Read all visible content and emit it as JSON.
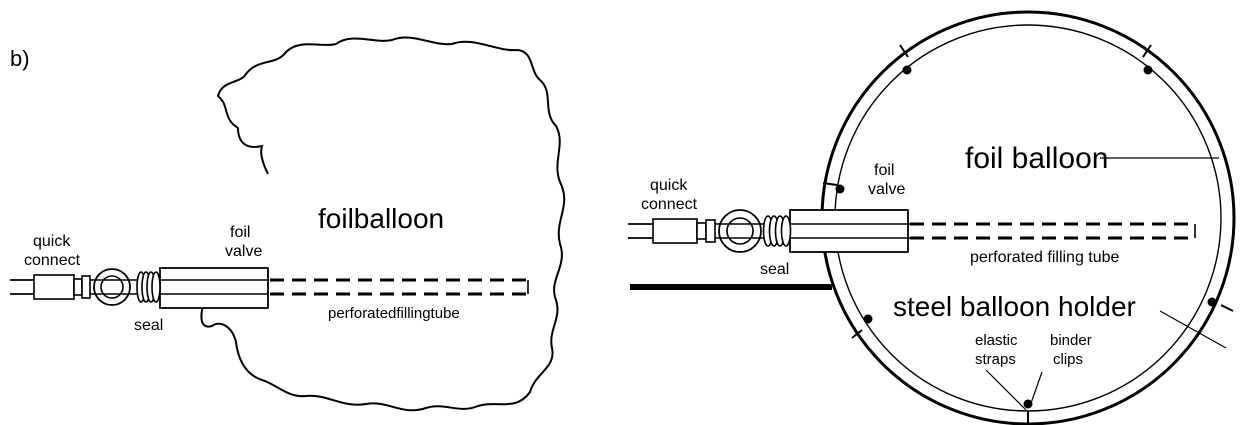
{
  "figure_label": "b)",
  "left": {
    "quick_connect": [
      "quick",
      "connect"
    ],
    "foil_valve": [
      "foil",
      "valve"
    ],
    "balloon": "foilballoon",
    "seal": "seal",
    "tube": "perforatedfillingtube"
  },
  "right": {
    "quick_connect": [
      "quick",
      "connect"
    ],
    "foil_valve": [
      "foil",
      "valve"
    ],
    "balloon": "foil balloon",
    "seal": "seal",
    "tube": "perforated filling tube",
    "holder": "steel balloon holder",
    "straps": [
      "elastic",
      "straps"
    ],
    "clips": [
      "binder",
      "clips"
    ]
  },
  "colors": {
    "ink": "#000000",
    "background": "#ffffff"
  }
}
